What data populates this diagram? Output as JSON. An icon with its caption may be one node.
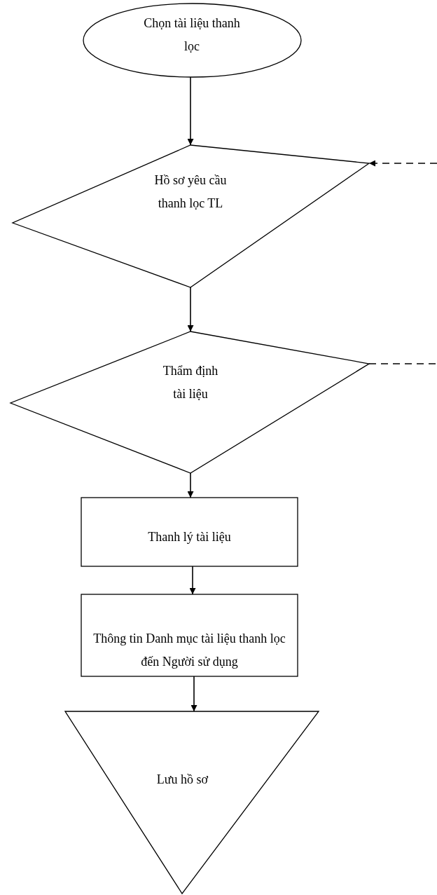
{
  "diagram": {
    "nodes": [
      {
        "text": [
          "Chọn tài liệu thanh lọc"
        ]
      },
      {
        "text": [
          "Hồ sơ yêu cầu thanh lọc TL"
        ]
      },
      {
        "text": [
          "Thẩm định tài liệu"
        ]
      },
      {
        "text": [
          "Thanh lý tài liệu"
        ]
      },
      {
        "text": [
          "Thông tin Danh mục tài liệu thanh lọc đến Người sử dụng"
        ]
      },
      {
        "text": [
          "Lưu hồ sơ"
        ]
      }
    ],
    "edges": [
      {
        "from": 0,
        "to": 1,
        "arrow": "to"
      },
      {
        "from": 1,
        "to": 2,
        "arrow": "to"
      },
      {
        "from": 2,
        "to": 3,
        "arrow": "to"
      },
      {
        "from": 3,
        "to": 4,
        "arrow": "to"
      },
      {
        "from": 4,
        "to": 5,
        "arrow": "to"
      },
      {
        "from": null,
        "to": 1,
        "arrow": "to",
        "style": "dashed"
      },
      {
        "from": 2,
        "to": null,
        "arrow": "none",
        "style": "dashed"
      }
    ]
  }
}
